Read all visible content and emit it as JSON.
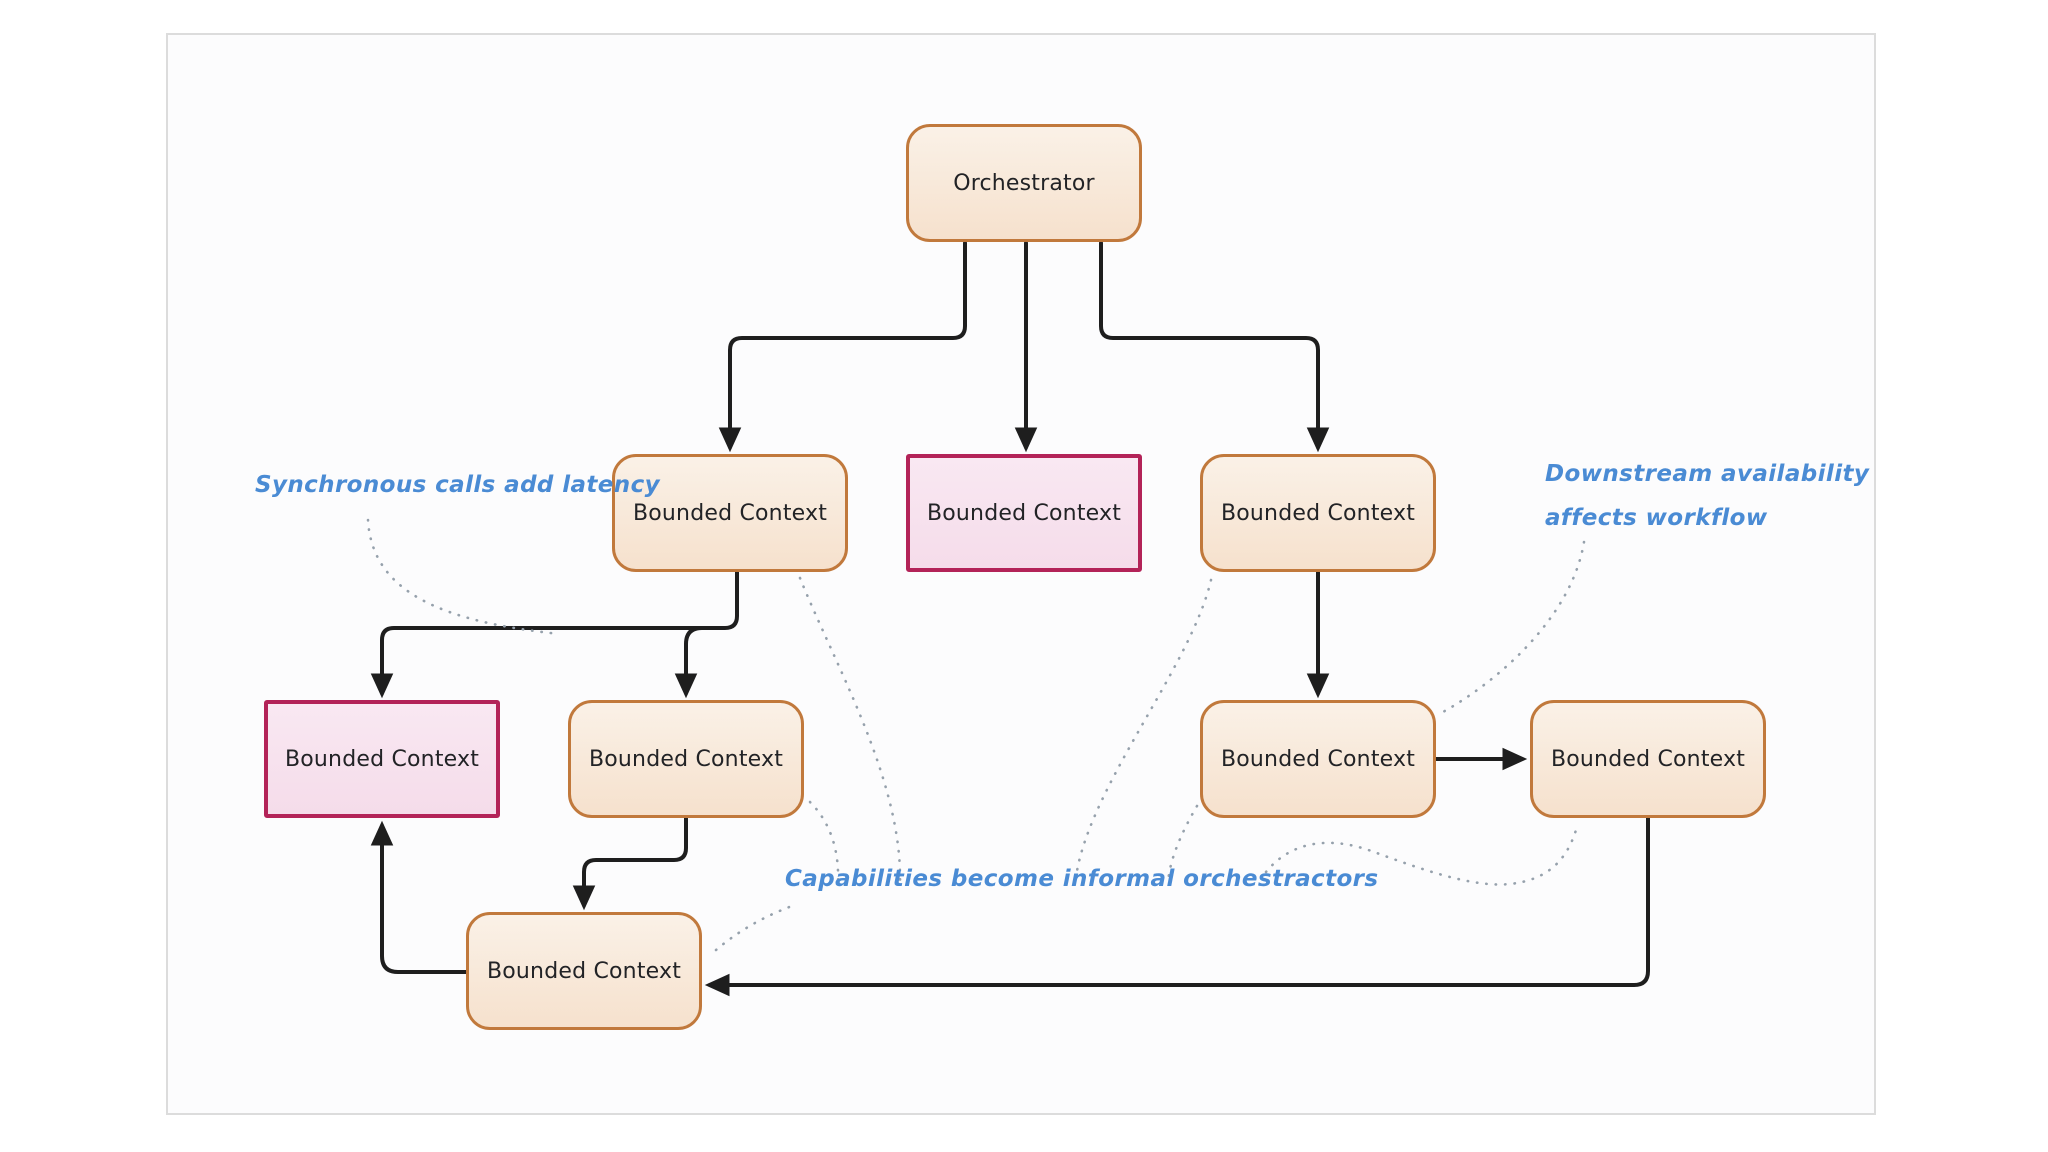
{
  "diagram": {
    "nodes": [
      {
        "id": "orchestrator",
        "label": "Orchestrator",
        "style": "orange"
      },
      {
        "id": "bc-row2-left",
        "label": "Bounded Context",
        "style": "orange"
      },
      {
        "id": "bc-row2-middle",
        "label": "Bounded Context",
        "style": "pink"
      },
      {
        "id": "bc-row2-right",
        "label": "Bounded Context",
        "style": "orange"
      },
      {
        "id": "bc-row3-pink",
        "label": "Bounded Context",
        "style": "pink"
      },
      {
        "id": "bc-row3-orange",
        "label": "Bounded Context",
        "style": "orange"
      },
      {
        "id": "bc-row3-right-1",
        "label": "Bounded Context",
        "style": "orange"
      },
      {
        "id": "bc-row3-right-2",
        "label": "Bounded Context",
        "style": "orange"
      },
      {
        "id": "bc-bottom",
        "label": "Bounded Context",
        "style": "orange"
      }
    ],
    "annotations": [
      {
        "id": "sync-latency",
        "text": "Synchronous calls add latency"
      },
      {
        "id": "downstream",
        "line1": "Downstream availability",
        "line2": "affects workflow"
      },
      {
        "id": "capabilities",
        "text": "Capabilities become informal orchestractors"
      }
    ],
    "colors": {
      "orange_border": "#c1793c",
      "orange_fill_top": "#faf1e7",
      "orange_fill_bottom": "#f6e1cd",
      "pink_border": "#b32358",
      "pink_fill": "#f8e3ef",
      "edge": "#1e1e1e",
      "annotation_blue": "#4a8bd4",
      "leader_dots": "#96a1ac",
      "frame_border": "#dcdcdc",
      "node_text": "#222326"
    }
  }
}
